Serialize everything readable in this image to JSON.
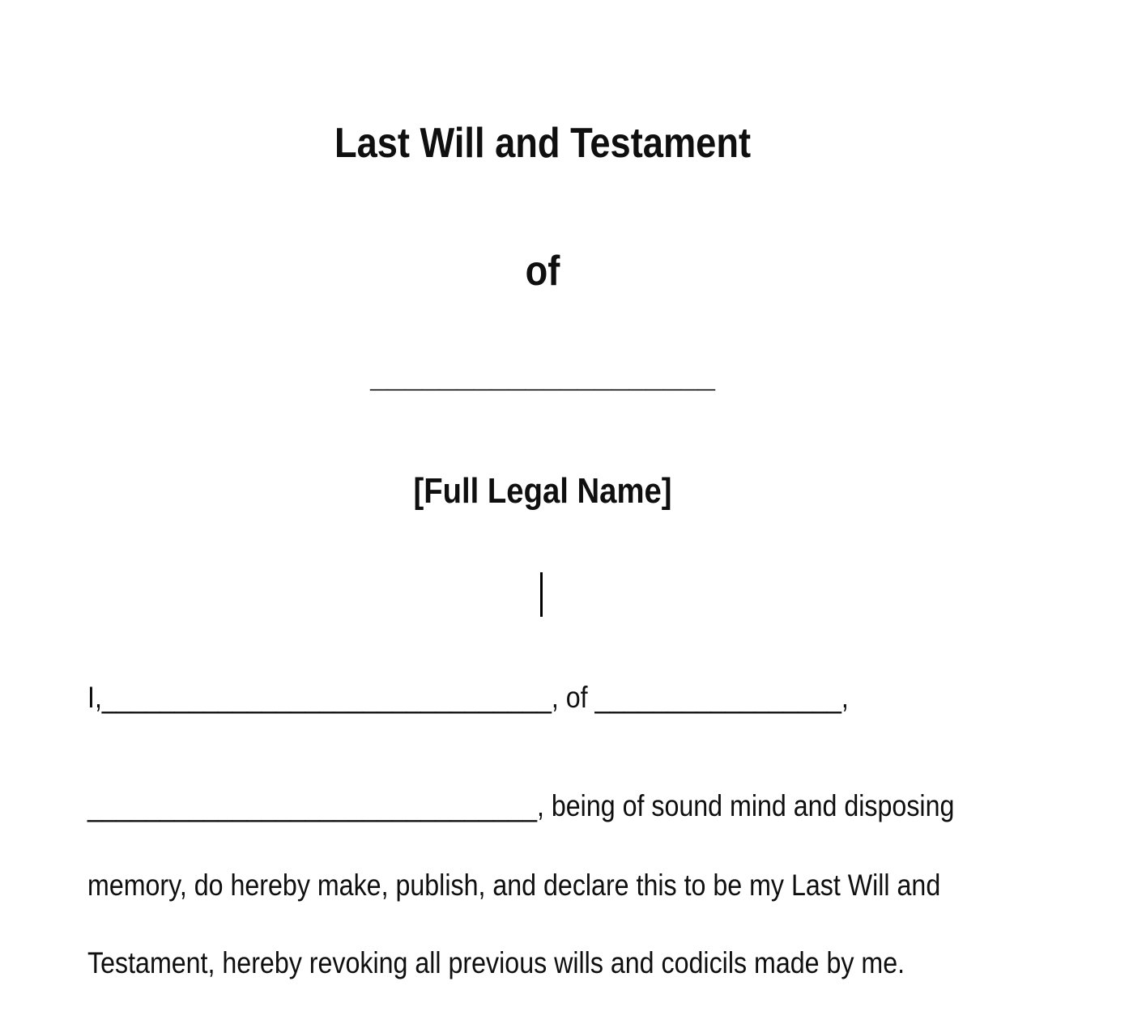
{
  "colors": {
    "background": "#ffffff",
    "text": "#0f0f0f",
    "caret": "#000000"
  },
  "document": {
    "title": "Last Will and Testament",
    "of_heading": "of",
    "name_blank_line": "____________________",
    "full_legal_name": "[Full Legal Name]",
    "body_lines": [
      "I,_______________________________, of _________________,",
      "_______________________________, being of sound mind and disposing",
      "memory, do hereby make, publish, and declare this to be my Last Will and",
      "Testament, hereby revoking all previous wills and codicils made by me."
    ]
  }
}
